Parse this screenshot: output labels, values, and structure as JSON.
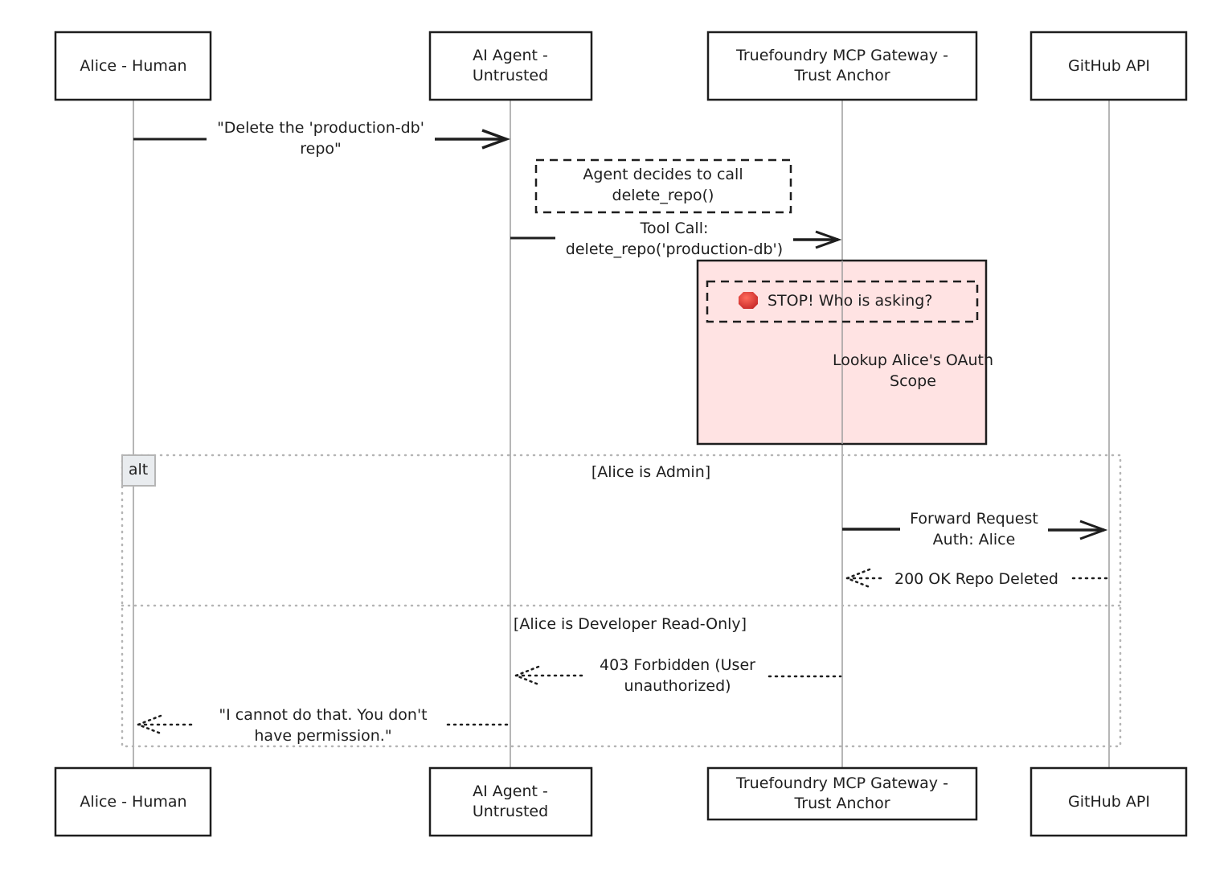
{
  "diagram": {
    "type": "sequence",
    "actors": [
      {
        "id": "alice",
        "label_lines": [
          "Alice - Human"
        ]
      },
      {
        "id": "agent",
        "label_lines": [
          "AI Agent -",
          "Untrusted"
        ]
      },
      {
        "id": "gateway",
        "label_lines": [
          "Truefoundry MCP Gateway -",
          "Trust Anchor"
        ]
      },
      {
        "id": "github",
        "label_lines": [
          "GitHub API"
        ]
      }
    ],
    "messages": [
      {
        "id": "m1",
        "from": "alice",
        "to": "agent",
        "style": "solid",
        "lines": [
          "\"Delete the 'production-db'",
          "repo\""
        ]
      },
      {
        "id": "m2",
        "from": "agent",
        "to": "gateway",
        "style": "solid",
        "lines": [
          "Tool Call:",
          "delete_repo('production-db')"
        ]
      },
      {
        "id": "m3",
        "from": "gateway",
        "to": "github",
        "style": "solid",
        "lines": [
          "Forward Request",
          "Auth: Alice"
        ]
      },
      {
        "id": "m4",
        "from": "github",
        "to": "gateway",
        "style": "dotted",
        "lines": [
          "200 OK Repo Deleted"
        ]
      },
      {
        "id": "m5",
        "from": "gateway",
        "to": "agent",
        "style": "dotted",
        "lines": [
          "403 Forbidden (User",
          "unauthorized)"
        ]
      },
      {
        "id": "m6",
        "from": "agent",
        "to": "alice",
        "style": "dotted",
        "lines": [
          "\"I cannot do that. You don't",
          "have permission.\""
        ]
      }
    ],
    "notes": [
      {
        "id": "agent-note",
        "lines": [
          "Agent decides to call",
          "delete_repo()"
        ]
      },
      {
        "id": "stop-note",
        "icon": "stop-sign-icon",
        "lines": [
          "STOP! Who is asking?"
        ]
      }
    ],
    "activation": {
      "label_lines": [
        "Lookup Alice's OAuth",
        "Scope"
      ],
      "fill": "#ffe3e3"
    },
    "alt_frame": {
      "keyword": "alt",
      "conditions": [
        "[Alice is Admin]",
        "[Alice is Developer Read-Only]"
      ]
    },
    "colors": {
      "stroke": "#1e1e1e",
      "lifeline": "#9e9e9e",
      "frame": "#b5b5b5",
      "alt_tag_fill": "#e9ecef",
      "stop_red": "#e03131"
    }
  }
}
